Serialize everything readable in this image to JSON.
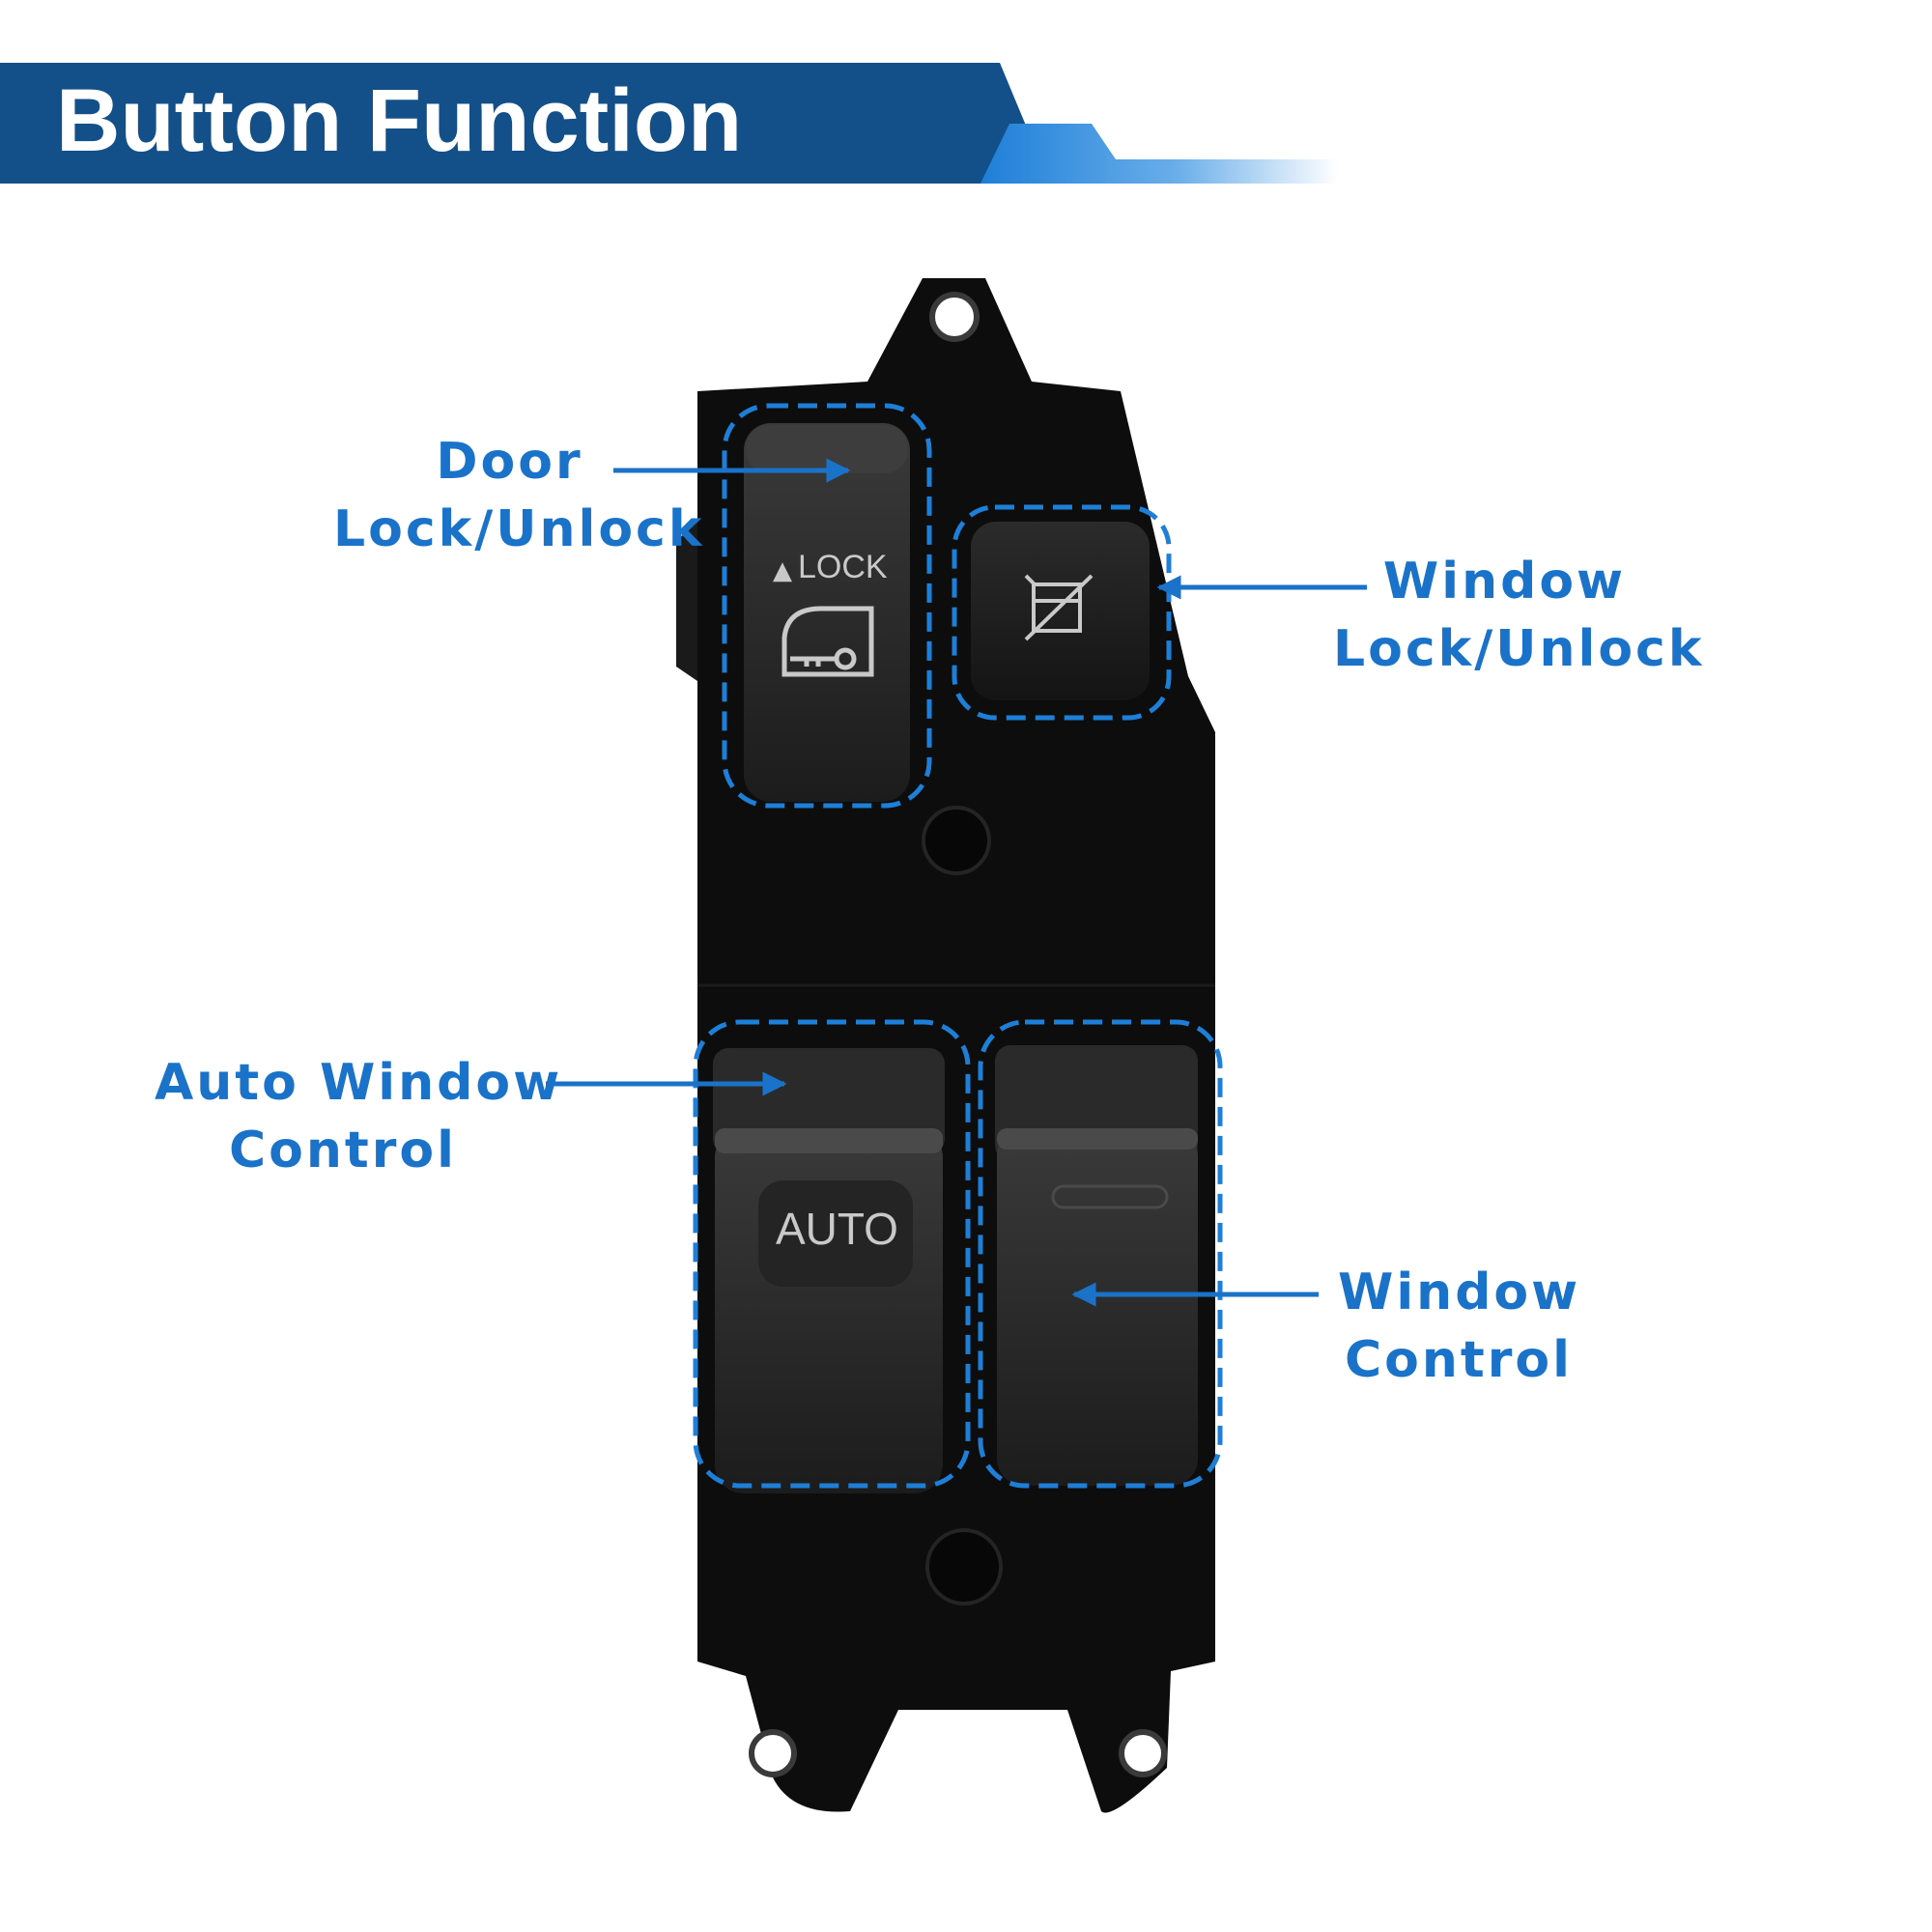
{
  "header": {
    "title": "Button Function"
  },
  "colors": {
    "banner": "#134f88",
    "accent": "#1e7fd8",
    "callout": "#1a73c9",
    "switch_body": "#0d0d0d"
  },
  "switch": {
    "lock_label": "LOCK",
    "auto_label": "AUTO",
    "icons": [
      "door-key-icon",
      "window-lock-icon"
    ]
  },
  "callouts": {
    "door_lock": {
      "line1": "Door",
      "line2": "Lock/Unlock"
    },
    "window_lock": {
      "line1": "Window",
      "line2": "Lock/Unlock"
    },
    "auto_window": {
      "line1": "Auto Window",
      "line2": "Control"
    },
    "window_control": {
      "line1": "Window",
      "line2": "Control"
    }
  }
}
